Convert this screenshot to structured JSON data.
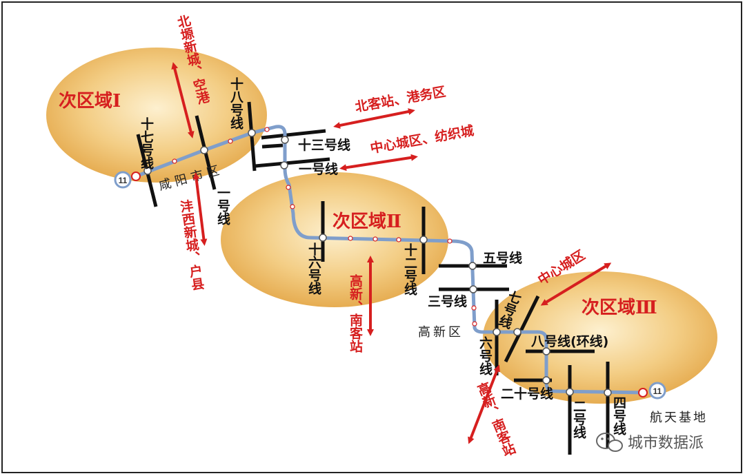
{
  "colors": {
    "route": "#7f9ecb",
    "arrow": "#d61f1f",
    "zone_fill_inner": "#fbe6b8",
    "zone_fill_outer": "#e9b254",
    "cross_line": "#111111"
  },
  "zones": {
    "zone1": "次区域Ⅰ",
    "zone2": "次区域Ⅱ",
    "zone3": "次区域Ⅲ"
  },
  "terminals": {
    "west": "11",
    "east": "11"
  },
  "lines": {
    "line17": "十七号线",
    "line18": "十八号线",
    "line13": "十三号线",
    "line1": "一号线",
    "line1_vert": "一号线",
    "line16": "十六号线",
    "line12": "十二号线",
    "line5": "五号线",
    "line3": "三号线",
    "line7": "七号线",
    "line6": "六号线",
    "line8": "八号线(环线)",
    "line20": "二十号线",
    "line2": "二号线",
    "line4": "四号线"
  },
  "places": {
    "xianyang": "咸阳市区",
    "gaoxin": "高新区",
    "aerospace": "航天基地"
  },
  "directions": {
    "north_airport": "北塬新城、空港",
    "north_station": "北客站、港务区",
    "center_textile": "中心城区、纺织城",
    "fengxi": "沣西新城、户县",
    "gaoxin_south1": "高新、南客站",
    "gaoxin_south2": "高新、南客站",
    "center": "中心城区"
  },
  "watermark": {
    "icon": "wechat-icon",
    "text": "城市数据派"
  }
}
